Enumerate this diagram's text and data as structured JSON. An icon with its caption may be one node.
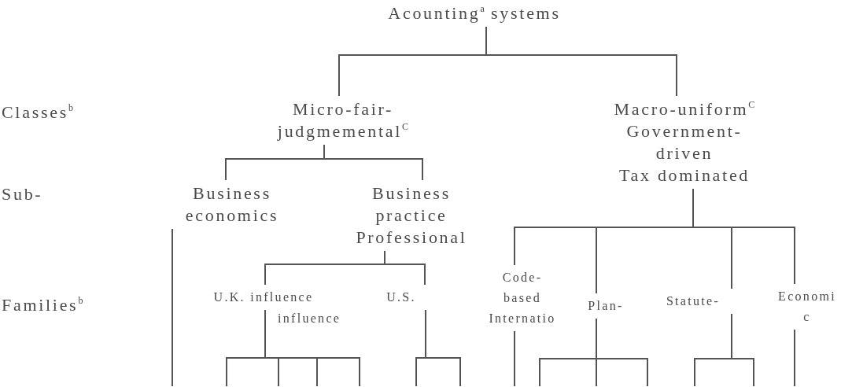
{
  "diagram": {
    "nodes": [
      {
        "text": [
          "Acounting$^{a}$ systems"
        ]
      },
      {
        "text": [
          "Micro-fair- judgmemental$^{C}$"
        ]
      },
      {
        "text": [
          "Macro-uniform$^{C}$ Government- driven Tax dominated"
        ]
      },
      {
        "text": [
          "Business economics"
        ]
      },
      {
        "text": [
          "Business practice Professional"
        ]
      },
      {
        "text": [
          "U.K. influence"
        ]
      },
      {
        "text": [
          "U.S."
        ]
      },
      {
        "text": [
          "Code- based Internatio"
        ]
      },
      {
        "text": [
          "Plan-"
        ]
      },
      {
        "text": [
          "Statute-"
        ]
      },
      {
        "text": [
          "Economi c"
        ]
      }
    ],
    "edges": [
      {
        "from": 0,
        "to": 1,
        "arrow": "none"
      },
      {
        "from": 0,
        "to": 2,
        "arrow": "none"
      },
      {
        "from": 1,
        "to": 3,
        "arrow": "none"
      },
      {
        "from": 1,
        "to": 4,
        "arrow": "none"
      },
      {
        "from": 3,
        "to": null,
        "arrow": "none"
      },
      {
        "from": 4,
        "to": 5,
        "arrow": "none"
      },
      {
        "from": 4,
        "to": 6,
        "arrow": "none"
      },
      {
        "from": 5,
        "to": null,
        "arrow": "none"
      },
      {
        "from": 5,
        "to": null,
        "arrow": "none"
      },
      {
        "from": 5,
        "to": null,
        "arrow": "none"
      },
      {
        "from": 5,
        "to": null,
        "arrow": "none"
      },
      {
        "from": 6,
        "to": null,
        "arrow": "none"
      },
      {
        "from": 6,
        "to": null,
        "arrow": "none"
      },
      {
        "from": 2,
        "to": 7,
        "arrow": "none"
      },
      {
        "from": 2,
        "to": 8,
        "arrow": "none"
      },
      {
        "from": 2,
        "to": 9,
        "arrow": "none"
      },
      {
        "from": 2,
        "to": 10,
        "arrow": "none"
      },
      {
        "from": 7,
        "to": null,
        "arrow": "none"
      },
      {
        "from": 8,
        "to": null,
        "arrow": "none"
      },
      {
        "from": 8,
        "to": null,
        "arrow": "none"
      },
      {
        "from": 8,
        "to": null,
        "arrow": "none"
      },
      {
        "from": 9,
        "to": null,
        "arrow": "none"
      },
      {
        "from": 9,
        "to": null,
        "arrow": "none"
      },
      {
        "from": 10,
        "to": null,
        "arrow": "none"
      }
    ],
    "labels": [
      "Classes$^{b}$",
      "Sub-",
      "Families$^{b}$",
      "influence"
    ]
  }
}
